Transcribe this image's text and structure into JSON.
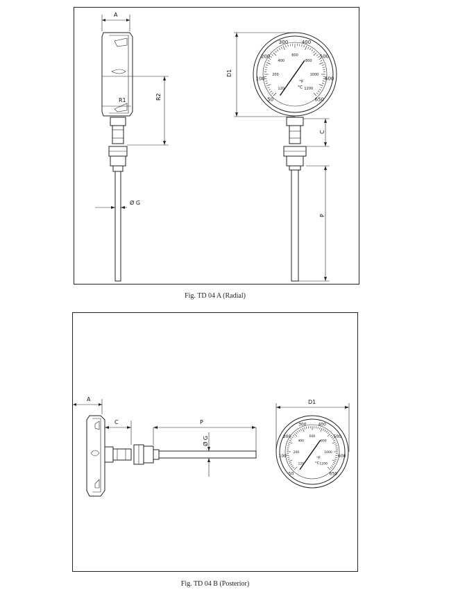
{
  "figure_a": {
    "caption": "Fig. TD 04 A (Radial)",
    "dim_labels": {
      "a": "A",
      "r1": "R1",
      "r2": "R2",
      "g": "Ø G",
      "d1": "D1",
      "c": "C",
      "p": "P"
    }
  },
  "figure_b": {
    "caption": "Fig. TD 04 B (Posterior)",
    "dim_labels": {
      "a": "A",
      "c": "C",
      "p": "P",
      "g": "Ø G",
      "d1": "D1"
    }
  },
  "dial": {
    "outer_scale": [
      "50",
      "100",
      "200",
      "300",
      "400",
      "500",
      "600",
      "650"
    ],
    "inner_scale": [
      "120",
      "200",
      "400",
      "600",
      "800",
      "1000",
      "1200"
    ],
    "unit_outer": "°F",
    "unit_inner": "°C"
  }
}
